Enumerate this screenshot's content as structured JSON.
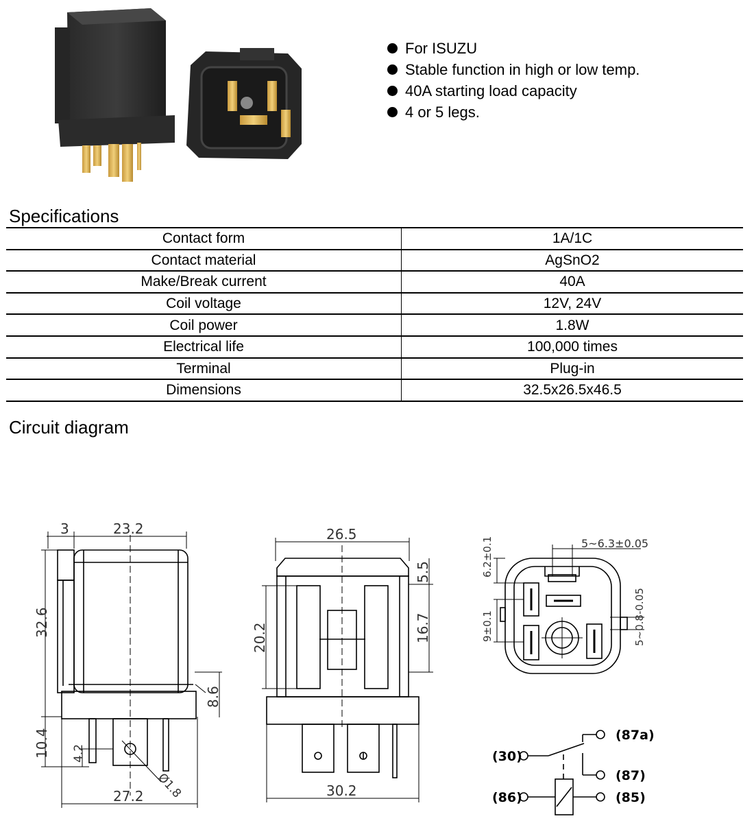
{
  "features": [
    "For ISUZU",
    "Stable function in high or low temp.",
    "40A starting load capacity",
    "4 or 5 legs."
  ],
  "specifications": {
    "heading": "Specifications",
    "rows": [
      {
        "label": "Contact form",
        "value": "1A/1C"
      },
      {
        "label": "Contact material",
        "value": "AgSnO2"
      },
      {
        "label": "Make/Break current",
        "value": "40A"
      },
      {
        "label": "Coil voltage",
        "value": "12V, 24V"
      },
      {
        "label": "Coil power",
        "value": "1.8W"
      },
      {
        "label": "Electrical life",
        "value": "100,000 times"
      },
      {
        "label": "Terminal",
        "value": "Plug-in"
      },
      {
        "label": "Dimensions",
        "value": "32.5x26.5x46.5"
      }
    ]
  },
  "circuit": {
    "heading": "Circuit diagram",
    "side_view": {
      "dims": {
        "flange": "3",
        "body_width": "23.2",
        "height": "32.6",
        "base_height": "8.6",
        "pin_length": "10.4",
        "pin_offset": "4.2",
        "hole": "Ø1.8",
        "total_width": "27.2"
      }
    },
    "front_view": {
      "dims": {
        "width": "26.5",
        "top": "5.5",
        "left_height": "20.2",
        "right_height": "16.7",
        "base_width": "30.2"
      }
    },
    "bottom_view": {
      "dims": {
        "pitch": "5~6.3±0.05",
        "top_offset": "6.2±0.1",
        "spacing": "9±0.1",
        "tab": "5~0.8-0.05"
      }
    },
    "wiring": {
      "terminals": [
        "(87a)",
        "(30)",
        "(87)",
        "(86)",
        "(85)"
      ]
    }
  }
}
